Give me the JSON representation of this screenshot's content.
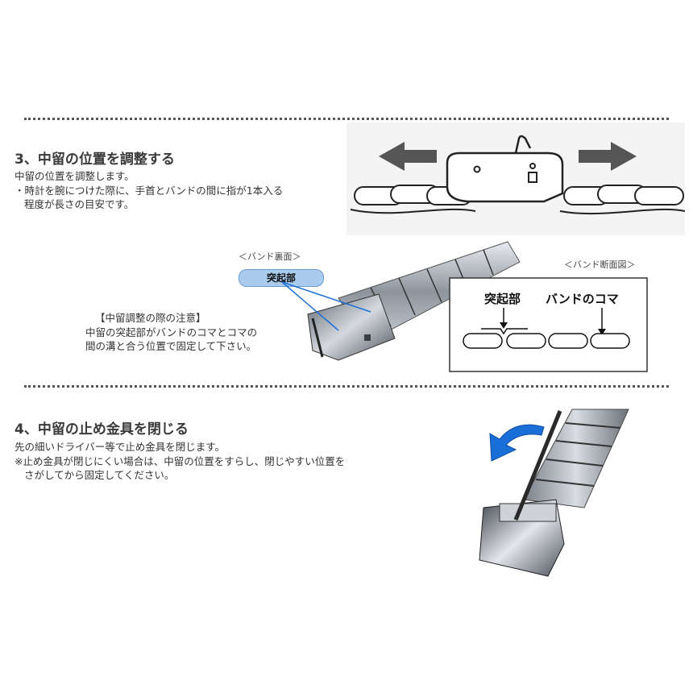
{
  "step3": {
    "title": "3、中留の位置を調整する",
    "line1": "中留の位置を調整します。",
    "line2": "・時計を腕につけた際に、手首とバンドの間に指が1本入る",
    "line3": "程度が長さの目安です。"
  },
  "band_back": {
    "label": "＜バンド裏面＞",
    "pill": "突起部"
  },
  "section_diagram": {
    "label": "＜バンド断面図＞",
    "left": "突起部",
    "right": "バンドのコマ"
  },
  "note": {
    "title": "【中留調整の際の注意】",
    "line1": "中留の突起部がバンドのコマとコマの",
    "line2": "間の溝と合う位置で固定して下さい。"
  },
  "step4": {
    "title": "4、中留の止め金具を閉じる",
    "line1": "先の細いドライバー等で止め金具を閉じます。",
    "line2": "※止め金具が閉じにくい場合は、中留の位置をすらし、閉じやすい位置を",
    "line3": "さがしてから固定してください。"
  },
  "colors": {
    "accent": "#1a6ed8",
    "pill": "#a9cbee"
  }
}
